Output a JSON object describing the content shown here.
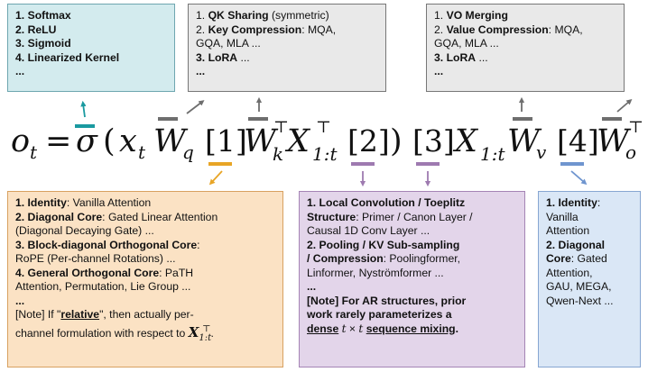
{
  "top_boxes": {
    "activation": {
      "items": [
        {
          "num": "1.",
          "label": "Softmax"
        },
        {
          "num": "2.",
          "label": "ReLU"
        },
        {
          "num": "3.",
          "label": "Sigmoid"
        },
        {
          "num": "4.",
          "label": "Linearized Kernel"
        }
      ],
      "more": "..."
    },
    "qk": {
      "line1_num": "1.",
      "line1_bold": "QK Sharing",
      "line1_rest": " (symmetric)",
      "line2_num": "2.",
      "line2_bold": "Key Compression",
      "line2_rest": ": MQA,",
      "line3": "GQA, MLA ...",
      "line4_num": "3.",
      "line4_bold": "LoRA",
      "line4_rest": " ...",
      "more": "..."
    },
    "vo": {
      "line1_num": "1.",
      "line1_bold": "VO Merging",
      "line2_num": "2.",
      "line2_bold": "Value Compression",
      "line2_rest": ": MQA,",
      "line3": "GQA, MLA ...",
      "line4_num": "3.",
      "line4_bold": "LoRA",
      "line4_rest": " ...",
      "more": "..."
    }
  },
  "formula": {
    "o": "o",
    "o_sub": "t",
    "eq": "=",
    "sigma": "σ",
    "lparen": "(",
    "x": "x",
    "x_sub": "t",
    "W": "W",
    "wq_sub": "q",
    "b1": "[1]",
    "wk_sub": "k",
    "wk_sup": "⊤",
    "X": "X",
    "x1t_sub": "1:t",
    "x1t_sup": "⊤",
    "b2": "[2]",
    "rparen": ")",
    "b3": "[3]",
    "xv_sub": "1:t",
    "wv_sub": "v",
    "b4": "[4]",
    "wo_sub": "o",
    "wo_sup": "⊤"
  },
  "bottom_boxes": {
    "orange": {
      "l1_bold": "1. Identity",
      "l1_rest": ": Vanilla Attention",
      "l2_bold": "2. Diagonal Core",
      "l2_rest": ": Gated Linear Attention",
      "l3": "(Diagonal Decaying Gate) ...",
      "l4_bold": "3. Block-diagonal Orthogonal Core",
      "l4_rest": ":",
      "l5": "RoPE (Per-channel Rotations) ...",
      "l6_bold": "4. General Orthogonal Core",
      "l6_rest": ": PaTH",
      "l7": "Attention, Permutation, Lie Group ...",
      "l8": "...",
      "note_prefix": "[Note] If \"",
      "note_rel": "relative",
      "note_mid": "\", then actually per-",
      "note_l2": "channel formulation with respect to ",
      "note_X": "X",
      "note_sub": "1:t",
      "note_sup": "⊤",
      "note_end": "."
    },
    "purple": {
      "l1": "1. Local Convolution / Toeplitz",
      "l2_bold": "Structure",
      "l2_rest": ": Primer / Canon Layer /",
      "l3": "Causal 1D Conv Layer ...",
      "l4": "2. Pooling / KV Sub-sampling",
      "l5_bold": "/ Compression",
      "l5_rest": ": Poolingformer,",
      "l6": "Linformer, Nyströmformer ...",
      "l7": "...",
      "n1": "[Note] For AR structures, prior",
      "n2": "work rarely parameterizes a",
      "n3_dense": "dense",
      "n3_t1": "t",
      "n3_x": " × ",
      "n3_t2": "t",
      "n3_seq": "sequence mixing",
      "n3_end": "."
    },
    "blue": {
      "l1_bold": "1. Identity",
      "l1_rest": ":",
      "l2": "Vanilla",
      "l3": "Attention",
      "l4": "2. Diagonal",
      "l5_bold": "Core",
      "l5_rest": ": Gated",
      "l6": "Attention,",
      "l7": "GAU, MEGA,",
      "l8": "Qwen-Next ..."
    }
  },
  "colors": {
    "teal": "#1a9aa0",
    "gray": "#6e6e6e",
    "orange": "#e8a526",
    "purple": "#9e7ab0",
    "blue": "#6f95cf"
  }
}
